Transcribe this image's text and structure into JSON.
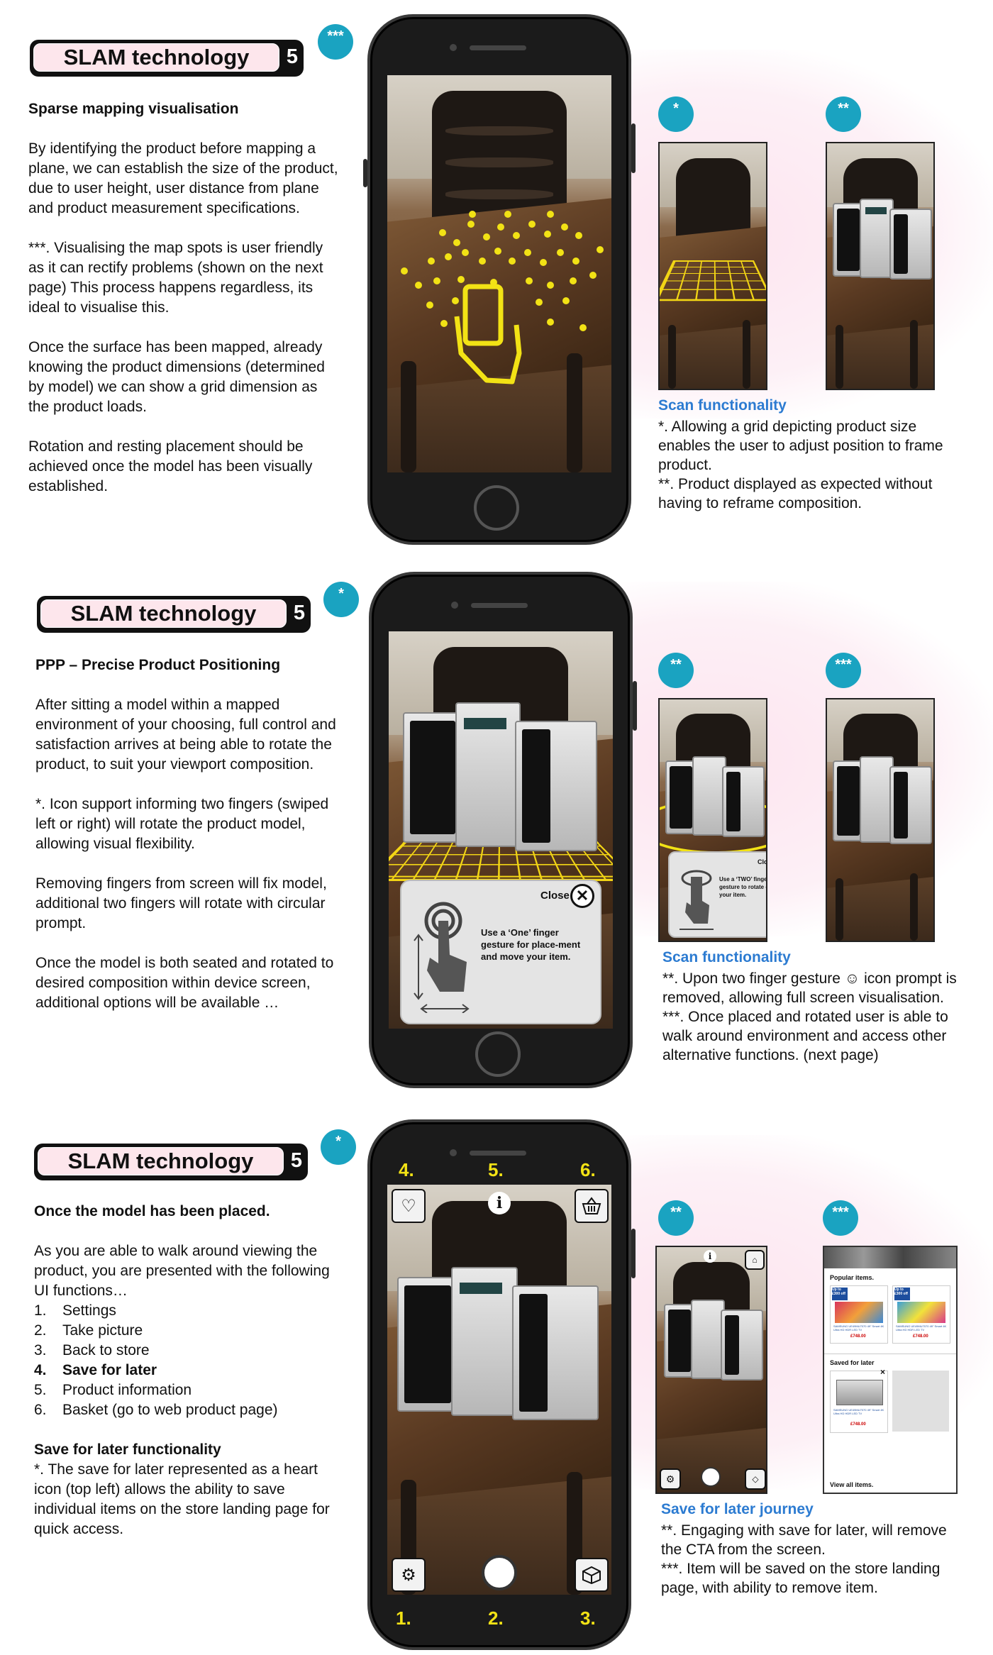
{
  "section1": {
    "title": "SLAM technology",
    "num": "5",
    "phone_badge": "***",
    "heading": "Sparse mapping visualisation",
    "paragraphs": [
      "By identifying the product before mapping a plane, we can establish the size of the product, due to user height, user distance from plane and product measurement specifications.",
      "***. Visualising the map spots is user friendly as it can rectify problems (shown on the next page) This process happens regardless, its ideal to visualise this.",
      "Once the surface has been mapped, already knowing the product dimensions (determined by model) we can show a grid dimension as the product loads.",
      "Rotation and resting placement should be achieved once the model has been visually established."
    ],
    "thumb_badges": [
      "*",
      "**"
    ],
    "caption_head": "Scan functionality",
    "caption_lines": [
      "*. Allowing a grid depicting product size enables the user to adjust position to frame product.",
      "**. Product displayed as expected without having to reframe composition."
    ]
  },
  "section2": {
    "title": "SLAM technology",
    "num": "5",
    "phone_badge": "*",
    "heading": "PPP – Precise Product Positioning",
    "paragraphs": [
      "After sitting a model within a mapped environment of your choosing, full control and satisfaction arrives at being able to rotate the product, to suit your viewport composition.",
      "*. Icon support informing two fingers (swiped left or right) will rotate the product model, allowing visual flexibility.",
      "Removing fingers from screen will fix model, additional two fingers will rotate with circular prompt.",
      "Once the model is both seated and rotated to desired composition within device screen, additional options will be available …"
    ],
    "popup_close": "Close",
    "popup_msg": "Use a ‘One’ finger gesture for place-ment and move your item.",
    "thumb_popup_close": "Close",
    "thumb_popup_msg": "Use a ‘TWO’ finger gesture to rotate or lift your item.",
    "thumb_badges": [
      "**",
      "***"
    ],
    "caption_head": "Scan functionality",
    "caption_lines": [
      "**. Upon two finger gesture ☺ icon prompt is removed, allowing full screen visualisation.",
      "***. Once placed and rotated user is able to walk around environment and access other alternative functions. (next page)"
    ]
  },
  "section3": {
    "title": "SLAM technology",
    "num": "5",
    "phone_badge": "*",
    "heading": "Once the model has been placed.",
    "intro": "As you are able to walk around viewing the product, you are presented with the following UI functions…",
    "list": [
      {
        "n": "1.",
        "label": "Settings"
      },
      {
        "n": "2.",
        "label": "Take picture"
      },
      {
        "n": "3.",
        "label": "Back to store"
      },
      {
        "n": "4.",
        "label": "Save for later"
      },
      {
        "n": "5.",
        "label": "Product information"
      },
      {
        "n": "6.",
        "label": "Basket (go to web product page)"
      }
    ],
    "subhead": "Save for later functionality",
    "sub_text": "*. The save for later represented as a heart icon (top left) allows the ability to save individual items on the store landing page for quick access.",
    "phone_labels": {
      "top": [
        "4.",
        "5.",
        "6."
      ],
      "bottom": [
        "1.",
        "2.",
        "3."
      ]
    },
    "thumb_badges": [
      "**",
      "***"
    ],
    "store": {
      "popular": "Popular items.",
      "saved": "Saved for later",
      "view_all": "View all items.",
      "promo": "Up to £300 off",
      "price_tag": "£748.00",
      "product_name": "SAMSUNG UE49MU7070 49\" Smart 4K Ultra HD HDR LED TV",
      "close": "×"
    },
    "caption_head": "Save for later journey",
    "caption_lines": [
      "**. Engaging with save for later, will remove the CTA from the screen.",
      "***. Item will be saved on the store landing page, with ability to remove item."
    ]
  },
  "colors": {
    "accent_teal": "#1aa3c1",
    "caption_blue": "#2c7bd1",
    "yellow": "#f2e215",
    "pill_pink": "#fde6ec"
  }
}
